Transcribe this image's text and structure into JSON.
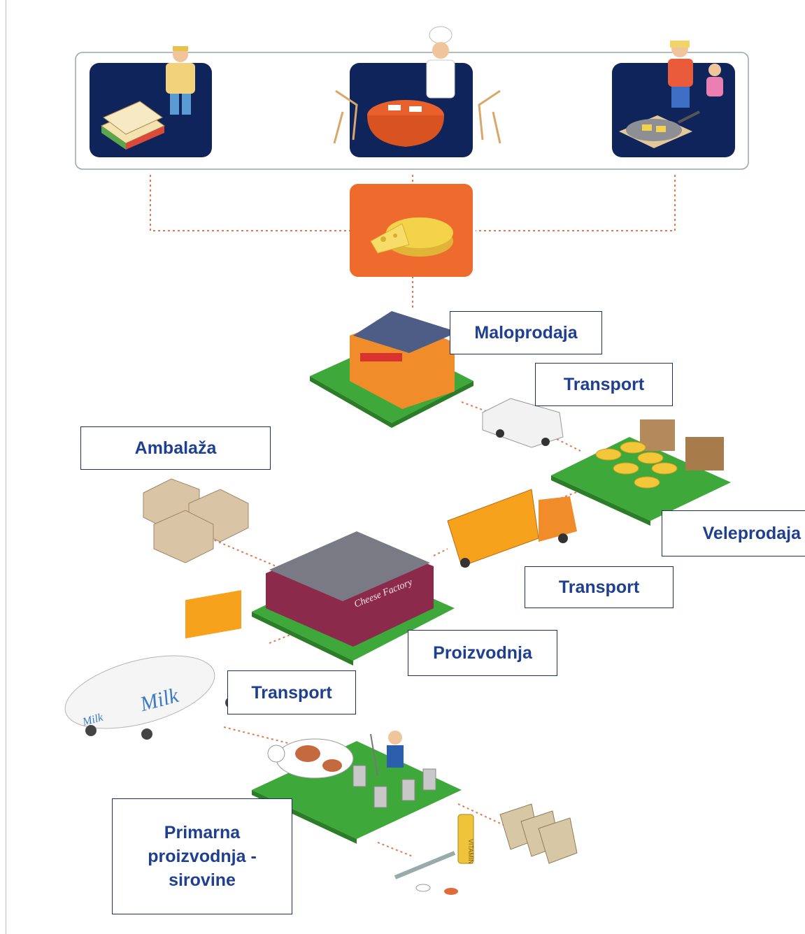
{
  "labels": {
    "retail": "Maloprodaja",
    "transport_top": "Transport",
    "packaging": "Ambalaža",
    "wholesale": "Veleprodaja",
    "transport_mid": "Transport",
    "production": "Proizvodnja",
    "transport_bottom": "Transport",
    "primary_line1": "Primarna",
    "primary_line2": "proizvodnja -",
    "primary_line3": "sirovine"
  },
  "illustration_texts": {
    "factory_sign": "Cheese Factory",
    "tanker_text": "Milk",
    "tanker_cab_text": "Milk",
    "vitamin_text": "VITAMIN"
  },
  "colors": {
    "panel_navy": "#10245c",
    "cheese_tile": "#ef6a2d",
    "cheese_yellow": "#f4d24a",
    "grass": "#3fa83a",
    "connector": "#e07a4e",
    "label_text": "#1f3f8f",
    "label_border": "#1f2f5a"
  },
  "icons": {
    "consumer_sandwich": "sandwich-icon",
    "consumer_restaurant": "restaurant-icon",
    "consumer_home_cooking": "frying-pan-icon",
    "cheese": "cheese-wheel-icon"
  }
}
